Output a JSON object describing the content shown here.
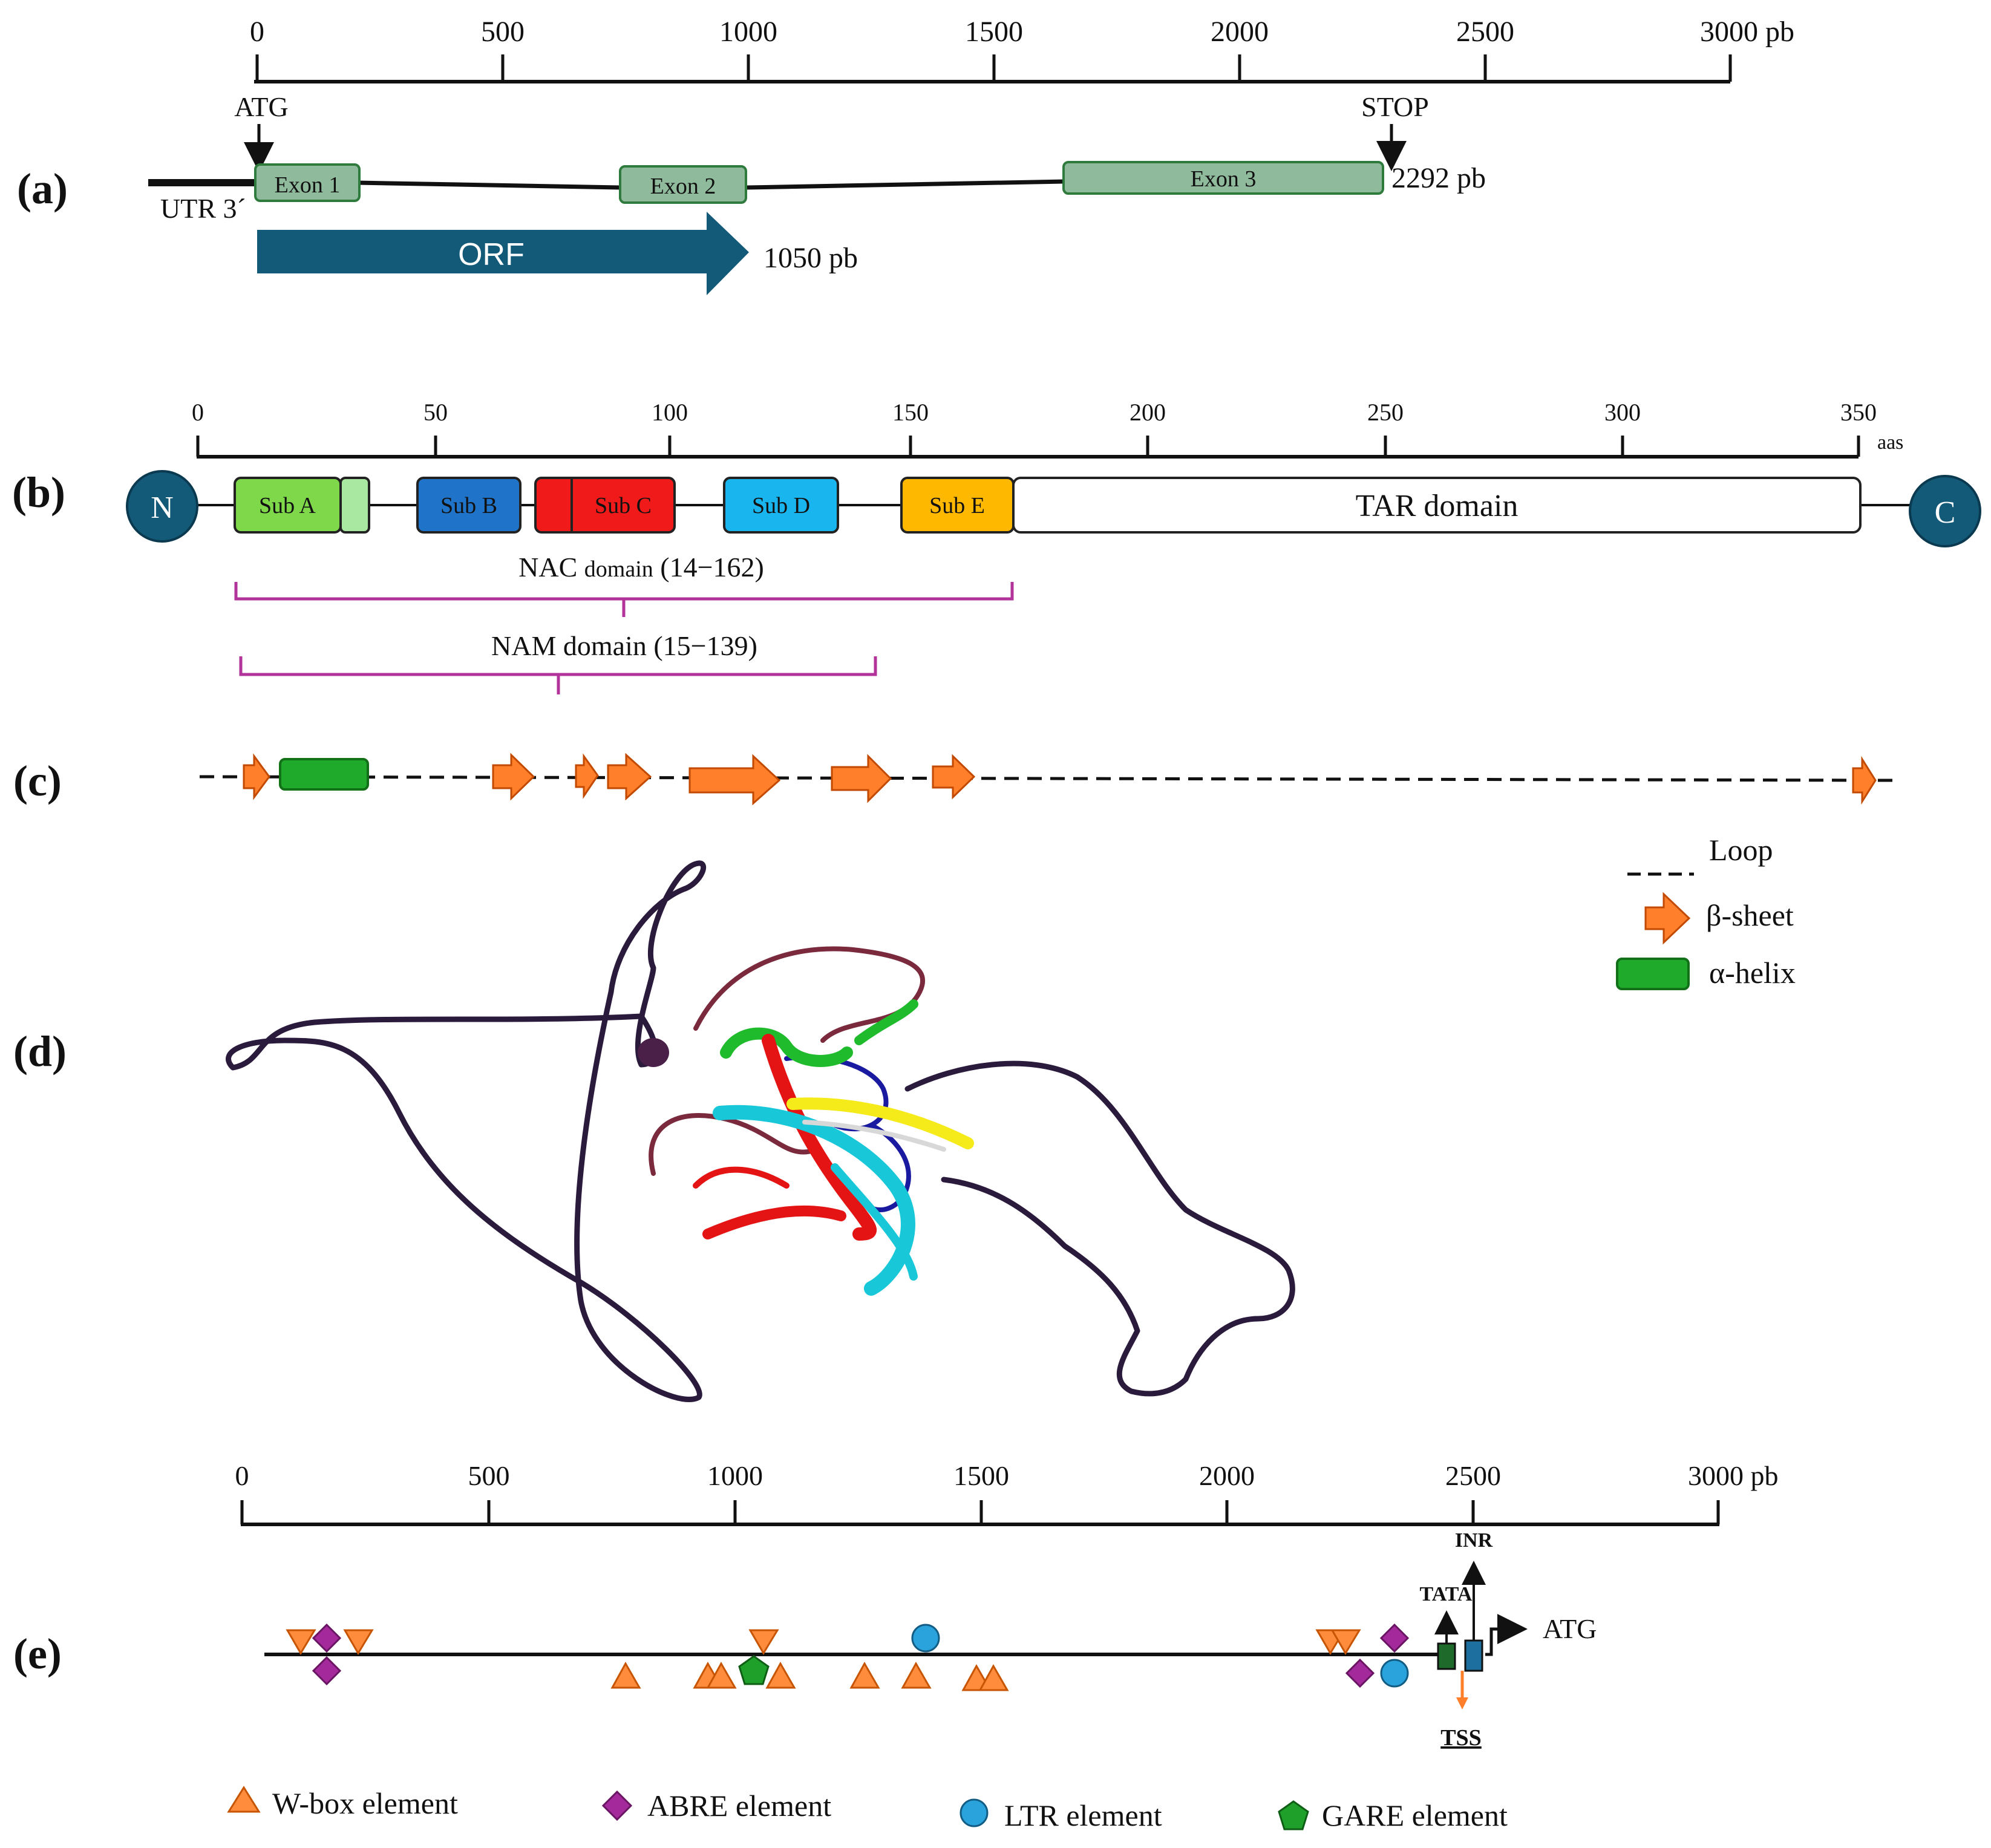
{
  "panels": {
    "a": "(a)",
    "b": "(b)",
    "c": "(c)",
    "d": "(d)",
    "e": "(e)"
  },
  "gene_structure": {
    "scale_ticks": [
      "0",
      "500",
      "1000",
      "1500",
      "2000",
      "2500",
      "3000 pb"
    ],
    "atg_label": "ATG",
    "stop_label": "STOP",
    "utr_label": "UTR 3´",
    "exons": [
      {
        "label": "Exon 1",
        "start": 0,
        "end": 210
      },
      {
        "label": "Exon 2",
        "start": 740,
        "end": 995
      },
      {
        "label": "Exon 3",
        "start": 1645,
        "end": 2292
      }
    ],
    "gene_length_label": "2292 pb",
    "orf_label": "ORF",
    "orf_length_label": "1050 pb",
    "colors": {
      "exon": "#8fba9c",
      "exon_border": "#2f7a3d",
      "orf": "#125a78"
    }
  },
  "protein": {
    "scale_ticks": [
      "0",
      "50",
      "100",
      "150",
      "200",
      "250",
      "300",
      "350"
    ],
    "scale_unit": "aas",
    "n_terminal": "N",
    "c_terminal": "C",
    "subdomains": [
      {
        "label": "Sub A",
        "color": "#7fd84a"
      },
      {
        "label": "Sub B",
        "color": "#1f73c8"
      },
      {
        "label": "Sub C",
        "color": "#f01a1a"
      },
      {
        "label": "Sub D",
        "color": "#19b5ef"
      },
      {
        "label": "Sub E",
        "color": "#ffb800"
      }
    ],
    "tar_label": "TAR domain",
    "nac_label": "NAC domain (14−162)",
    "nac_prefix": "NAC",
    "nac_word": "domain",
    "nac_range": "(14−162)",
    "nam_label": "NAM domain (15−139)",
    "bracket_color": "#b2339a",
    "terminal_color": "#125a78"
  },
  "secondary_structure": {
    "legend": {
      "loop": "Loop",
      "beta": "β-sheet",
      "alpha": "α-helix"
    },
    "colors": {
      "beta": "#ff7f2a",
      "alpha": "#1faa2c"
    }
  },
  "promoter": {
    "scale_ticks": [
      "0",
      "500",
      "1000",
      "1500",
      "2000",
      "2500",
      "3000 pb"
    ],
    "tata_label": "TATA",
    "inr_label": "INR",
    "atg_label": "ATG",
    "tss_label": "TSS",
    "legend": {
      "wbox": "W-box element",
      "abre": "ABRE element",
      "ltr": "LTR element",
      "gare": "GARE element"
    },
    "colors": {
      "wbox": "#ff8c3c",
      "abre": "#a42a9c",
      "ltr": "#2aa3dd",
      "gare": "#1fa02a",
      "tata_box": "#1d6a2a",
      "inr_box": "#1d6fa0",
      "tss_arrow": "#ff7f2a"
    }
  }
}
